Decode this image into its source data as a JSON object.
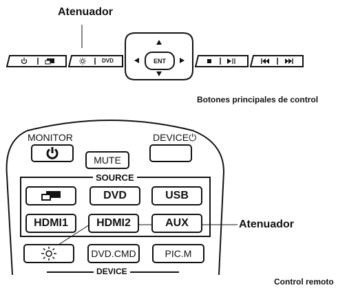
{
  "top_diagram": {
    "callout_label": "Atenuador",
    "caption": "Botones principales de control",
    "keys": {
      "dvd": "DVD",
      "ent": "ENT"
    }
  },
  "remote": {
    "monitor_label": "MONITOR",
    "device_power_label": "DEVICE",
    "mute": "MUTE",
    "source_label": "SOURCE",
    "dvd": "DVD",
    "usb": "USB",
    "hdmi1": "HDMI1",
    "hdmi2": "HDMI2",
    "aux": "AUX",
    "dvd_cmd": "DVD.CMD",
    "pic_m": "PIC.M",
    "device_label": "DEVICE",
    "callout_label": "Atenuador",
    "caption": "Control remoto"
  }
}
